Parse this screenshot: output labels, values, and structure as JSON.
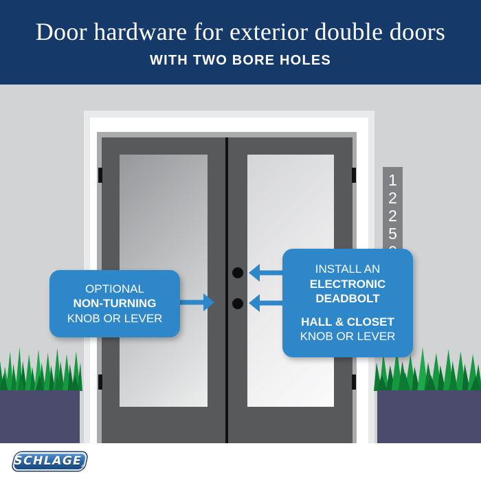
{
  "header": {
    "title": "Door hardware for exterior double doors",
    "subtitle": "WITH TWO BORE HOLES"
  },
  "house_number": {
    "digits": [
      "1",
      "2",
      "2",
      "5",
      "0"
    ]
  },
  "callouts": {
    "left": {
      "line1": "OPTIONAL",
      "line2": "NON-TURNING",
      "line3": "KNOB OR LEVER"
    },
    "right": {
      "line1": "INSTALL AN",
      "line2": "ELECTRONIC",
      "line3": "DEADBOLT",
      "line4": "HALL & CLOSET",
      "line5": "KNOB OR LEVER"
    }
  },
  "logo": {
    "brand": "SCHLAGE",
    "registered": "®"
  },
  "colors": {
    "header_navy": "#153a6a",
    "callout_blue": "#2e87c9",
    "door_gray": "#58595b",
    "wall_gray": "#d2d3d5",
    "frame_white": "#ffffff",
    "jamb_gray": "#a9abad",
    "plaque_gray": "#7f8184",
    "planter_navy": "#4b4c6d",
    "grass_green": "#169840",
    "grass_dark_green": "#0d7b33",
    "bore_hole_black": "#0d0d0d"
  }
}
